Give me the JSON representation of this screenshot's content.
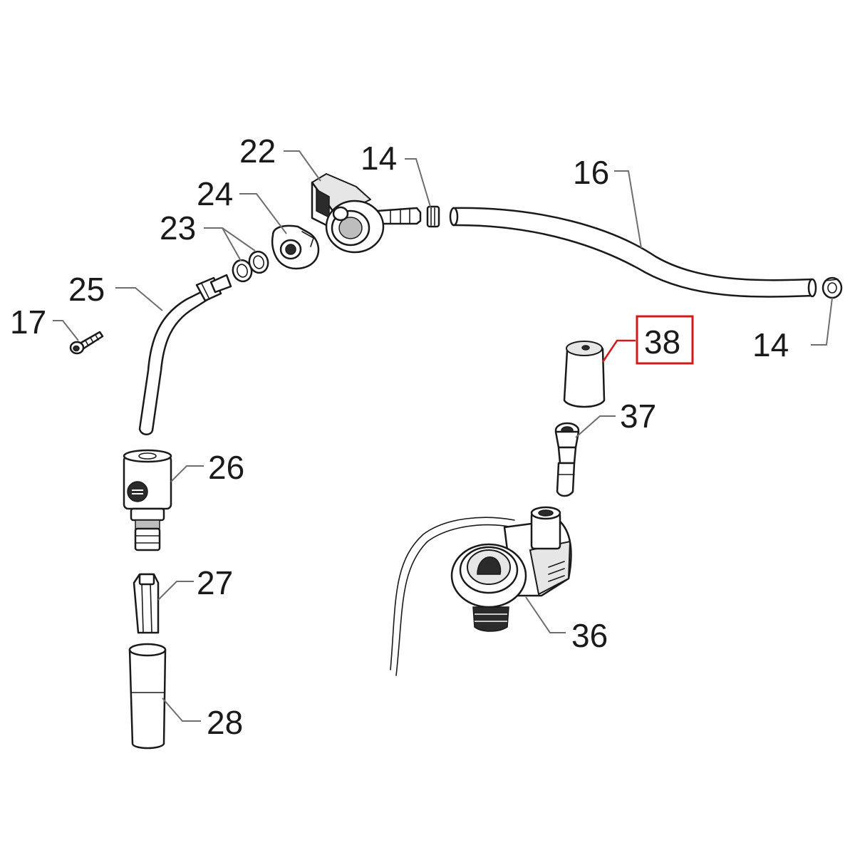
{
  "diagram": {
    "labels": {
      "p14_top": "14",
      "p14_right": "14",
      "p16": "16",
      "p17": "17",
      "p22": "22",
      "p23": "23",
      "p24": "24",
      "p25": "25",
      "p26": "26",
      "p27": "27",
      "p28": "28",
      "p36": "36",
      "p37": "37",
      "p38": "38"
    },
    "highlight_color": "#d11a1a",
    "highlighted_part": "38"
  }
}
